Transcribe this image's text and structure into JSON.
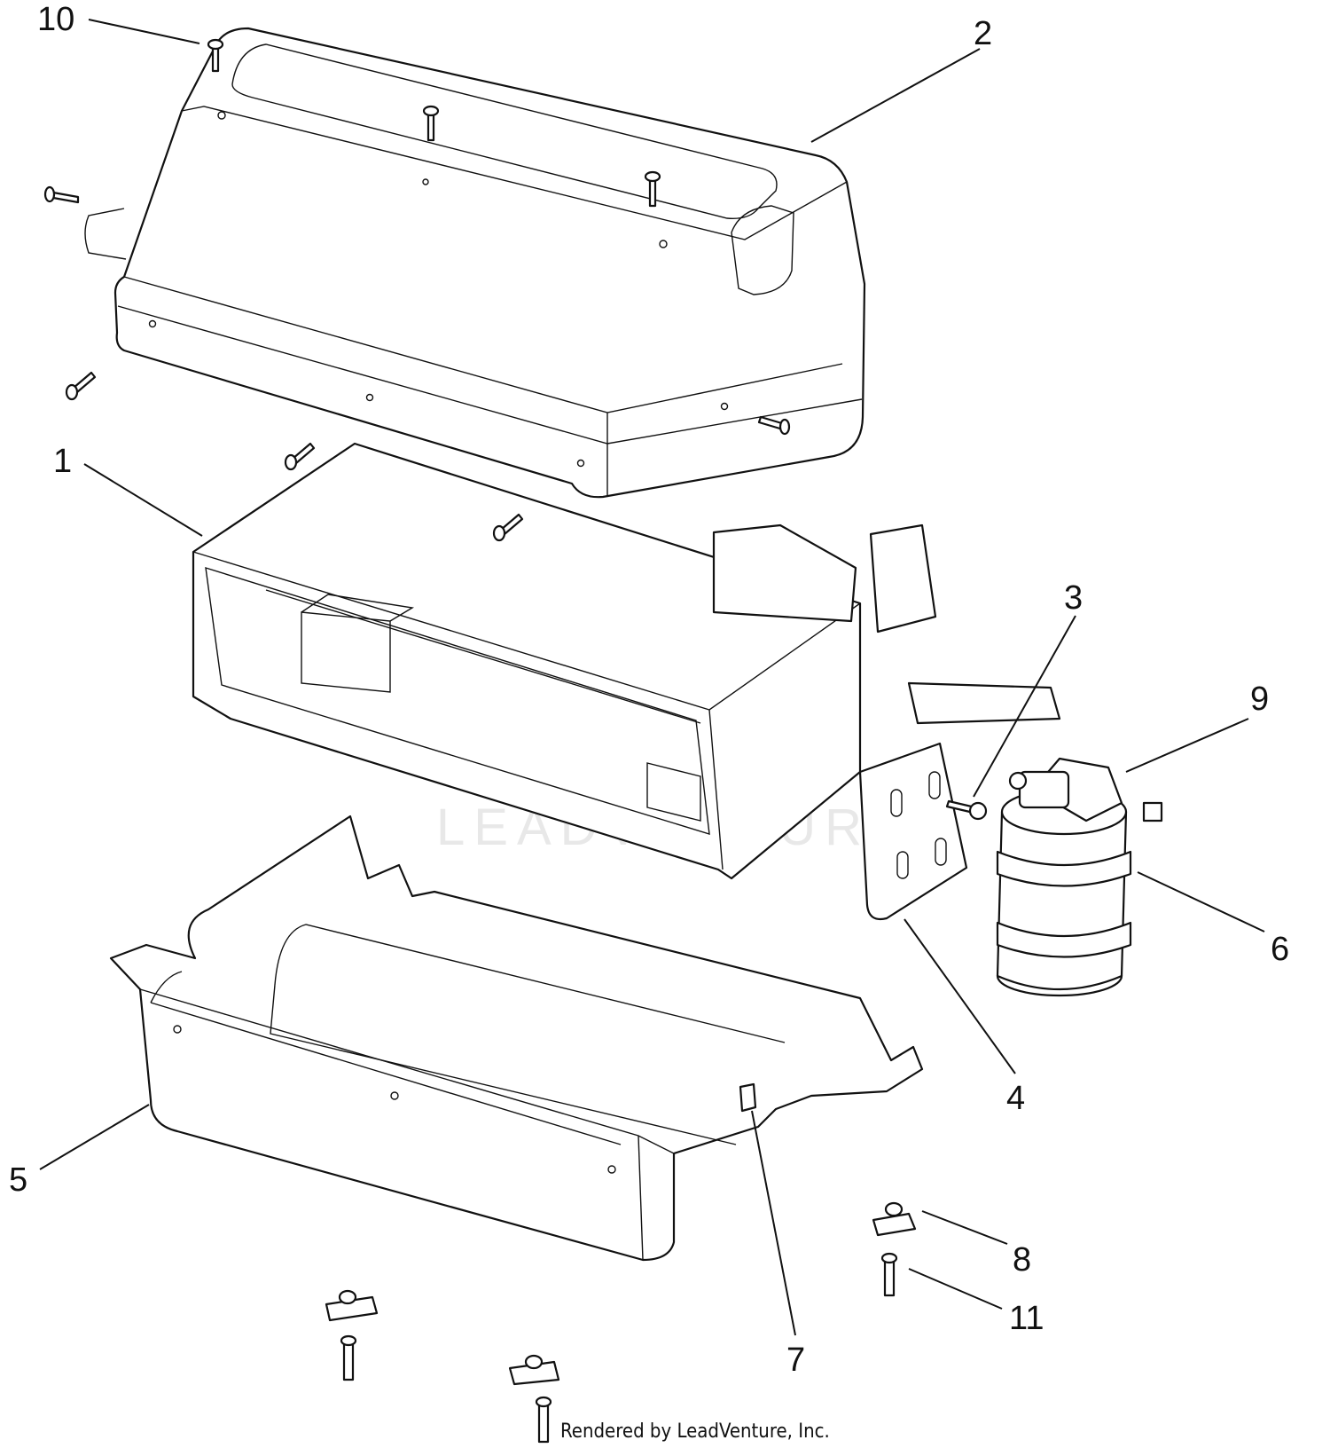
{
  "watermark": {
    "text": "LEADVENTURE"
  },
  "credit": {
    "text": "Rendered by LeadVenture, Inc."
  },
  "callouts": [
    {
      "id": "1",
      "label": "1"
    },
    {
      "id": "2",
      "label": "2"
    },
    {
      "id": "3",
      "label": "3"
    },
    {
      "id": "4",
      "label": "4"
    },
    {
      "id": "5",
      "label": "5"
    },
    {
      "id": "6",
      "label": "6"
    },
    {
      "id": "7",
      "label": "7"
    },
    {
      "id": "8",
      "label": "8"
    },
    {
      "id": "9",
      "label": "9"
    },
    {
      "id": "10",
      "label": "10"
    },
    {
      "id": "11",
      "label": "11"
    }
  ]
}
